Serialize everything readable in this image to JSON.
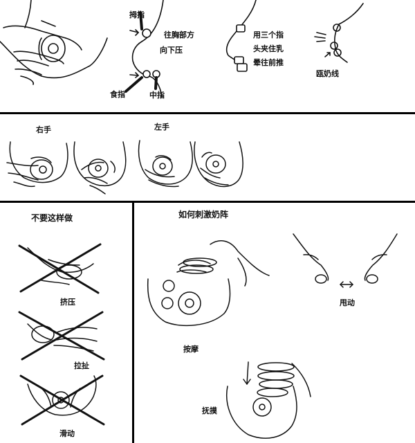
{
  "top": {
    "thumb": "拇指",
    "press_line1": "往胸部方",
    "press_line2": "向下压",
    "index": "食指",
    "middle": "中指",
    "three_line1": "用三个指",
    "three_line2": "头夹住乳",
    "three_line3": "晕往前推",
    "milk_line": "瓯奶线"
  },
  "hands": {
    "right": "右手",
    "left": "左手"
  },
  "dont": {
    "title": "不要这样做",
    "squeeze": "挤压",
    "pull": "拉扯",
    "slide": "滑动"
  },
  "stimulate": {
    "title": "如何刺激奶阵",
    "shake": "甩动",
    "massage": "按摩",
    "stroke": "抚摸"
  }
}
